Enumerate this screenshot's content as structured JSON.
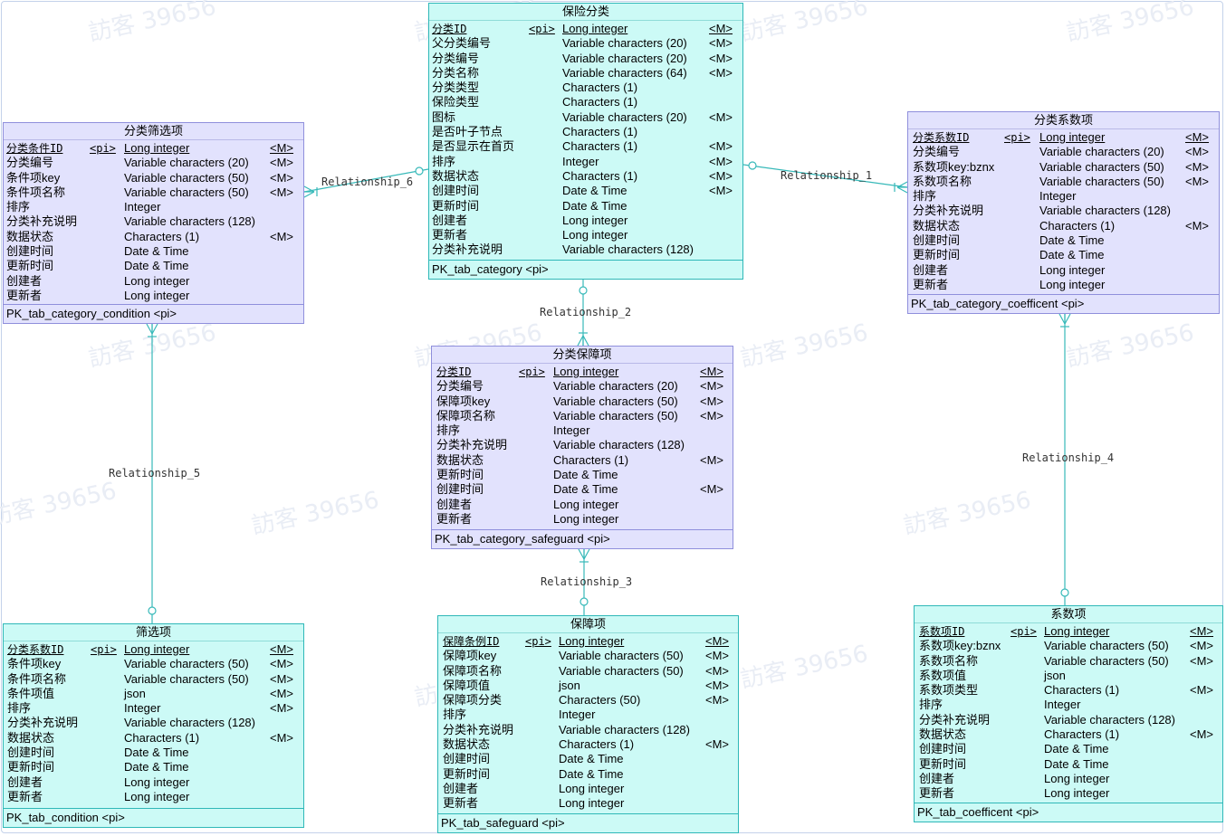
{
  "entities": [
    {
      "id": "category",
      "title": "保险分类",
      "color": "teal",
      "pk": "PK_tab_category  <pi>",
      "rows": [
        {
          "name": "分类ID",
          "key": "<pi>",
          "type": "Long integer",
          "mand": "<M>",
          "pk": true
        },
        {
          "name": "父分类编号",
          "key": "",
          "type": "Variable characters (20)",
          "mand": "<M>"
        },
        {
          "name": "分类编号",
          "key": "",
          "type": "Variable characters (20)",
          "mand": "<M>"
        },
        {
          "name": "分类名称",
          "key": "",
          "type": "Variable characters (64)",
          "mand": "<M>"
        },
        {
          "name": "分类类型",
          "key": "",
          "type": "Characters (1)",
          "mand": ""
        },
        {
          "name": "保险类型",
          "key": "",
          "type": "Characters (1)",
          "mand": ""
        },
        {
          "name": "图标",
          "key": "",
          "type": "Variable characters (20)",
          "mand": "<M>"
        },
        {
          "name": "是否叶子节点",
          "key": "",
          "type": "Characters (1)",
          "mand": ""
        },
        {
          "name": "是否显示在首页",
          "key": "",
          "type": "Characters (1)",
          "mand": "<M>"
        },
        {
          "name": "排序",
          "key": "",
          "type": "Integer",
          "mand": "<M>"
        },
        {
          "name": "数据状态",
          "key": "",
          "type": "Characters (1)",
          "mand": "<M>"
        },
        {
          "name": "创建时间",
          "key": "",
          "type": "Date & Time",
          "mand": "<M>"
        },
        {
          "name": "更新时间",
          "key": "",
          "type": "Date & Time",
          "mand": ""
        },
        {
          "name": "创建者",
          "key": "",
          "type": "Long integer",
          "mand": ""
        },
        {
          "name": "更新者",
          "key": "",
          "type": "Long integer",
          "mand": ""
        },
        {
          "name": "分类补充说明",
          "key": "",
          "type": "Variable characters (128)",
          "mand": ""
        }
      ]
    },
    {
      "id": "condition_cat",
      "title": "分类筛选项",
      "color": "purple",
      "pk": "PK_tab_category_condition  <pi>",
      "rows": [
        {
          "name": "分类条件ID",
          "key": "<pi>",
          "type": "Long integer",
          "mand": "<M>",
          "pk": true
        },
        {
          "name": "分类编号",
          "key": "",
          "type": "Variable characters (20)",
          "mand": "<M>"
        },
        {
          "name": "条件项key",
          "key": "",
          "type": "Variable characters (50)",
          "mand": "<M>"
        },
        {
          "name": "条件项名称",
          "key": "",
          "type": "Variable characters (50)",
          "mand": "<M>"
        },
        {
          "name": "排序",
          "key": "",
          "type": "Integer",
          "mand": ""
        },
        {
          "name": "分类补充说明",
          "key": "",
          "type": "Variable characters (128)",
          "mand": ""
        },
        {
          "name": "数据状态",
          "key": "",
          "type": "Characters (1)",
          "mand": "<M>"
        },
        {
          "name": "创建时间",
          "key": "",
          "type": "Date & Time",
          "mand": ""
        },
        {
          "name": "更新时间",
          "key": "",
          "type": "Date & Time",
          "mand": ""
        },
        {
          "name": "创建者",
          "key": "",
          "type": "Long integer",
          "mand": ""
        },
        {
          "name": "更新者",
          "key": "",
          "type": "Long integer",
          "mand": ""
        }
      ]
    },
    {
      "id": "coefficient_cat",
      "title": "分类系数项",
      "color": "purple",
      "pk": "PK_tab_category_coefficent  <pi>",
      "rows": [
        {
          "name": "分类系数ID",
          "key": "<pi>",
          "type": "Long integer",
          "mand": "<M>",
          "pk": true
        },
        {
          "name": "分类编号",
          "key": "",
          "type": "Variable characters (20)",
          "mand": "<M>"
        },
        {
          "name": "系数项key:bznx",
          "key": "",
          "type": "Variable characters (50)",
          "mand": "<M>"
        },
        {
          "name": "系数项名称",
          "key": "",
          "type": "Variable characters (50)",
          "mand": "<M>"
        },
        {
          "name": "排序",
          "key": "",
          "type": "Integer",
          "mand": ""
        },
        {
          "name": "分类补充说明",
          "key": "",
          "type": "Variable characters (128)",
          "mand": ""
        },
        {
          "name": "数据状态",
          "key": "",
          "type": "Characters (1)",
          "mand": "<M>"
        },
        {
          "name": "创建时间",
          "key": "",
          "type": "Date & Time",
          "mand": ""
        },
        {
          "name": "更新时间",
          "key": "",
          "type": "Date & Time",
          "mand": ""
        },
        {
          "name": "创建者",
          "key": "",
          "type": "Long integer",
          "mand": ""
        },
        {
          "name": "更新者",
          "key": "",
          "type": "Long integer",
          "mand": ""
        }
      ]
    },
    {
      "id": "safeguard_cat",
      "title": "分类保障项",
      "color": "purple",
      "pk": "PK_tab_category_safeguard  <pi>",
      "rows": [
        {
          "name": "分类ID",
          "key": "<pi>",
          "type": "Long integer",
          "mand": "<M>",
          "pk": true
        },
        {
          "name": "分类编号",
          "key": "",
          "type": "Variable characters (20)",
          "mand": "<M>"
        },
        {
          "name": "保障项key",
          "key": "",
          "type": "Variable characters (50)",
          "mand": "<M>"
        },
        {
          "name": "保障项名称",
          "key": "",
          "type": "Variable characters (50)",
          "mand": "<M>"
        },
        {
          "name": "排序",
          "key": "",
          "type": "Integer",
          "mand": ""
        },
        {
          "name": "分类补充说明",
          "key": "",
          "type": "Variable characters (128)",
          "mand": ""
        },
        {
          "name": "数据状态",
          "key": "",
          "type": "Characters (1)",
          "mand": "<M>"
        },
        {
          "name": "更新时间",
          "key": "",
          "type": "Date & Time",
          "mand": ""
        },
        {
          "name": "创建时间",
          "key": "",
          "type": "Date & Time",
          "mand": "<M>"
        },
        {
          "name": "创建者",
          "key": "",
          "type": "Long integer",
          "mand": ""
        },
        {
          "name": "更新者",
          "key": "",
          "type": "Long integer",
          "mand": ""
        }
      ]
    },
    {
      "id": "condition",
      "title": "筛选项",
      "color": "teal",
      "pk": "PK_tab_condition  <pi>",
      "rows": [
        {
          "name": "分类系数ID",
          "key": "<pi>",
          "type": "Long integer",
          "mand": "<M>",
          "pk": true
        },
        {
          "name": "条件项key",
          "key": "",
          "type": "Variable characters (50)",
          "mand": "<M>"
        },
        {
          "name": "条件项名称",
          "key": "",
          "type": "Variable characters (50)",
          "mand": "<M>"
        },
        {
          "name": "条件项值",
          "key": "",
          "type": "json",
          "mand": "<M>"
        },
        {
          "name": "排序",
          "key": "",
          "type": "Integer",
          "mand": "<M>"
        },
        {
          "name": "分类补充说明",
          "key": "",
          "type": "Variable characters (128)",
          "mand": ""
        },
        {
          "name": "数据状态",
          "key": "",
          "type": "Characters (1)",
          "mand": "<M>"
        },
        {
          "name": "创建时间",
          "key": "",
          "type": "Date & Time",
          "mand": ""
        },
        {
          "name": "更新时间",
          "key": "",
          "type": "Date & Time",
          "mand": ""
        },
        {
          "name": "创建者",
          "key": "",
          "type": "Long integer",
          "mand": ""
        },
        {
          "name": "更新者",
          "key": "",
          "type": "Long integer",
          "mand": ""
        }
      ]
    },
    {
      "id": "safeguard",
      "title": "保障项",
      "color": "teal",
      "pk": "PK_tab_safeguard  <pi>",
      "rows": [
        {
          "name": "保障条例ID",
          "key": "<pi>",
          "type": "Long integer",
          "mand": "<M>",
          "pk": true
        },
        {
          "name": "保障项key",
          "key": "",
          "type": "Variable characters (50)",
          "mand": "<M>"
        },
        {
          "name": "保障项名称",
          "key": "",
          "type": "Variable characters (50)",
          "mand": "<M>"
        },
        {
          "name": "保障项值",
          "key": "",
          "type": "json",
          "mand": "<M>"
        },
        {
          "name": "保障项分类",
          "key": "",
          "type": "Characters (50)",
          "mand": "<M>"
        },
        {
          "name": "排序",
          "key": "",
          "type": "Integer",
          "mand": ""
        },
        {
          "name": "分类补充说明",
          "key": "",
          "type": "Variable characters (128)",
          "mand": ""
        },
        {
          "name": "数据状态",
          "key": "",
          "type": "Characters (1)",
          "mand": "<M>"
        },
        {
          "name": "创建时间",
          "key": "",
          "type": "Date & Time",
          "mand": ""
        },
        {
          "name": "更新时间",
          "key": "",
          "type": "Date & Time",
          "mand": ""
        },
        {
          "name": "创建者",
          "key": "",
          "type": "Long integer",
          "mand": ""
        },
        {
          "name": "更新者",
          "key": "",
          "type": "Long integer",
          "mand": ""
        }
      ]
    },
    {
      "id": "coefficient",
      "title": "系数项",
      "color": "teal",
      "pk": "PK_tab_coefficent  <pi>",
      "rows": [
        {
          "name": "系数项ID",
          "key": "<pi>",
          "type": "Long integer",
          "mand": "<M>",
          "pk": true
        },
        {
          "name": "系数项key:bznx",
          "key": "",
          "type": "Variable characters (50)",
          "mand": "<M>"
        },
        {
          "name": "系数项名称",
          "key": "",
          "type": "Variable characters (50)",
          "mand": "<M>"
        },
        {
          "name": "系数项值",
          "key": "",
          "type": "json",
          "mand": ""
        },
        {
          "name": "系数项类型",
          "key": "",
          "type": "Characters (1)",
          "mand": "<M>"
        },
        {
          "name": "排序",
          "key": "",
          "type": "Integer",
          "mand": ""
        },
        {
          "name": "分类补充说明",
          "key": "",
          "type": "Variable characters (128)",
          "mand": ""
        },
        {
          "name": "数据状态",
          "key": "",
          "type": "Characters (1)",
          "mand": "<M>"
        },
        {
          "name": "创建时间",
          "key": "",
          "type": "Date & Time",
          "mand": ""
        },
        {
          "name": "更新时间",
          "key": "",
          "type": "Date & Time",
          "mand": ""
        },
        {
          "name": "创建者",
          "key": "",
          "type": "Long integer",
          "mand": ""
        },
        {
          "name": "更新者",
          "key": "",
          "type": "Long integer",
          "mand": ""
        }
      ]
    }
  ],
  "relationships": [
    {
      "id": "rel1",
      "name": "Relationship_1"
    },
    {
      "id": "rel2",
      "name": "Relationship_2"
    },
    {
      "id": "rel3",
      "name": "Relationship_3"
    },
    {
      "id": "rel4",
      "name": "Relationship_4"
    },
    {
      "id": "rel5",
      "name": "Relationship_5"
    },
    {
      "id": "rel6",
      "name": "Relationship_6"
    }
  ],
  "watermark": "訪客 39656",
  "colors": {
    "teal_fill": "#ccfaf6",
    "purple_fill": "#e2e2fd",
    "line": "#37b9b9"
  }
}
